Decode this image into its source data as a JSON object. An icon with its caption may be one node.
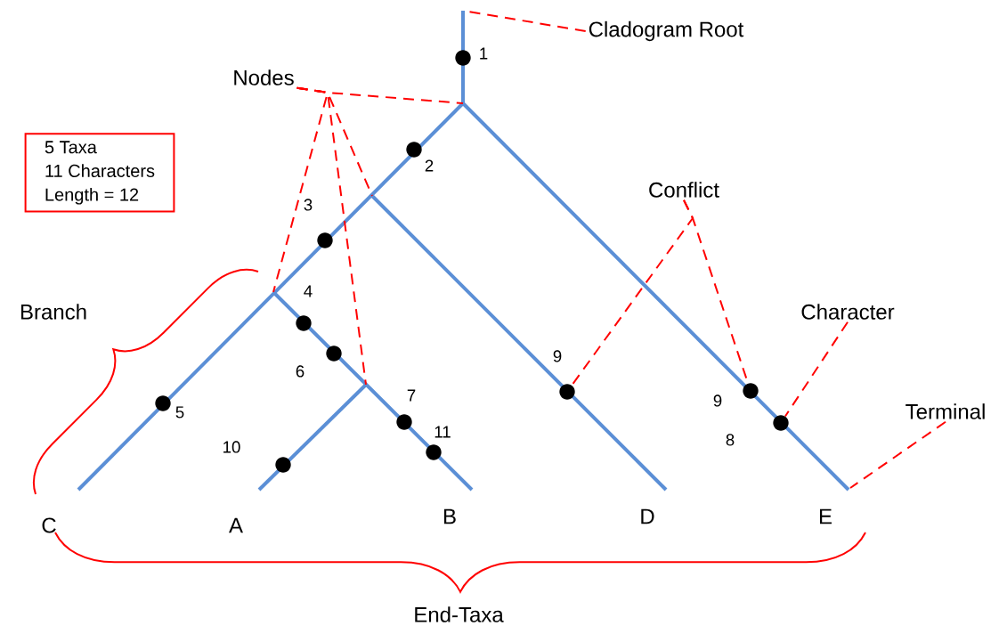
{
  "diagram": {
    "nodes": [
      {
        "text": [
          "Cladogram Root"
        ]
      },
      {
        "text": [
          "Nodes"
        ]
      },
      {
        "text": [
          "Conflict"
        ]
      },
      {
        "text": [
          "Character"
        ]
      },
      {
        "text": [
          "Terminal"
        ]
      },
      {
        "text": [
          "5 Taxa",
          "11 Characters",
          "Length = 12"
        ]
      },
      {
        "text": [],
        "shape": "circle",
        "beside": [
          "1"
        ]
      },
      {
        "text": [],
        "shape": "circle",
        "beside": [
          "2"
        ]
      },
      {
        "text": [],
        "shape": "circle",
        "beside": [
          "3"
        ]
      },
      {
        "text": [],
        "shape": "circle",
        "beside": [
          "4"
        ]
      },
      {
        "text": [],
        "shape": "circle",
        "beside": [
          "6"
        ]
      },
      {
        "text": [],
        "shape": "circle",
        "beside": [
          "5"
        ]
      },
      {
        "text": [],
        "shape": "circle",
        "beside": [
          "7"
        ]
      },
      {
        "text": [],
        "shape": "circle",
        "beside": [
          "11"
        ]
      },
      {
        "text": [],
        "shape": "circle",
        "beside": [
          "10"
        ]
      },
      {
        "text": [],
        "shape": "circle",
        "beside": [
          "9"
        ]
      },
      {
        "text": [],
        "shape": "circle",
        "beside": [
          "9"
        ]
      },
      {
        "text": [],
        "shape": "circle",
        "beside": [
          "8"
        ]
      }
    ],
    "edges": [
      {
        "from": 0,
        "to": null,
        "arrow": "none",
        "style": "dashed"
      },
      {
        "from": 1,
        "to": null,
        "arrow": "none",
        "style": "dashed"
      },
      {
        "from": 1,
        "to": null,
        "arrow": "none",
        "style": "dashed"
      },
      {
        "from": 1,
        "to": null,
        "arrow": "none",
        "style": "dashed"
      },
      {
        "from": 1,
        "to": null,
        "arrow": "none",
        "style": "dashed"
      },
      {
        "from": 2,
        "to": 15,
        "arrow": "none",
        "style": "dashed"
      },
      {
        "from": 2,
        "to": 16,
        "arrow": "none",
        "style": "dashed"
      },
      {
        "from": 3,
        "to": 17,
        "arrow": "none",
        "style": "dashed"
      },
      {
        "from": 4,
        "to": null,
        "arrow": "none",
        "style": "dashed"
      }
    ],
    "labels": [
      "Branch",
      "C",
      "A",
      "B",
      "D",
      "E",
      "End-Taxa"
    ]
  }
}
